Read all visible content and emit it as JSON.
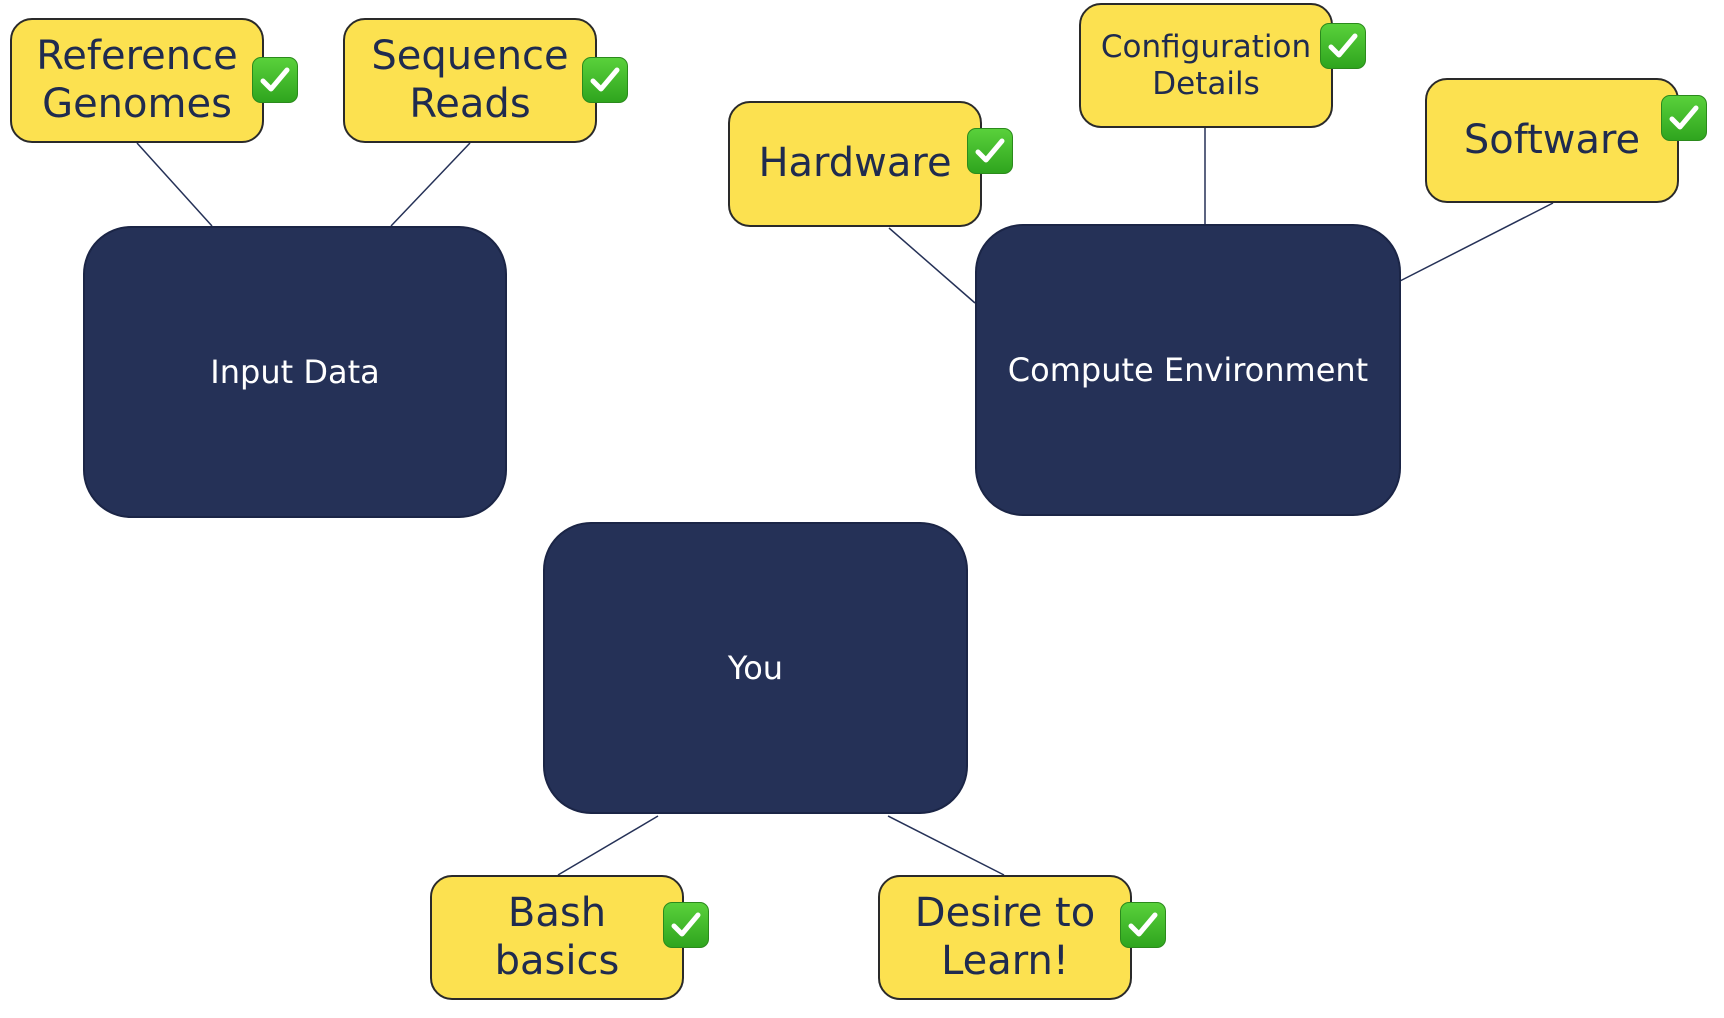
{
  "colors": {
    "main_box_fill": "#253157",
    "item_box_fill": "#fce150",
    "item_text": "#1f2b4f",
    "connector_line": "#253157",
    "check_fill": "#3dbb2a"
  },
  "icons": {
    "check": "check-mark-icon"
  },
  "groups": {
    "input_data": {
      "label": "Input Data",
      "items": {
        "reference_genomes": "Reference Genomes",
        "sequence_reads": "Sequence Reads"
      }
    },
    "compute_environment": {
      "label": "Compute Environment",
      "items": {
        "hardware": "Hardware",
        "configuration_details": "Configuration Details",
        "software": "Software"
      }
    },
    "you": {
      "label": "You",
      "items": {
        "bash_basics": "Bash basics",
        "desire_to_learn": "Desire to Learn!"
      }
    }
  }
}
